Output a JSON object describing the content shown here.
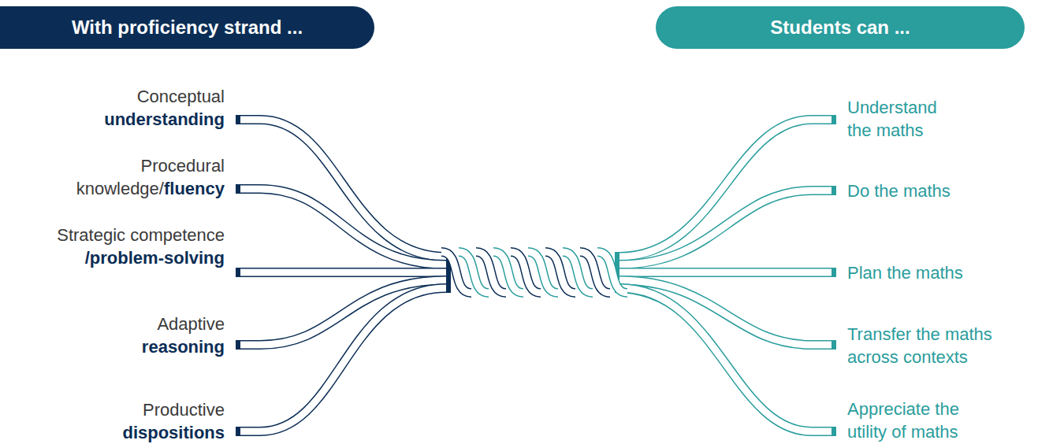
{
  "diagram": {
    "nodes": [
      {
        "text": [
          "With proficiency strand ..."
        ]
      },
      {
        "text": [
          "Students can ..."
        ]
      }
    ],
    "labels": [
      "Conceptual",
      "understanding",
      "Procedural knowledge/",
      "fluency",
      "Strategic competence",
      "/problem-solving",
      "Adaptive",
      "reasoning",
      "Productive",
      "dispositions",
      "Understand the maths",
      "Do the maths",
      "Plan the maths",
      "Transfer the maths across contexts",
      "Appreciate the utility of maths"
    ]
  }
}
